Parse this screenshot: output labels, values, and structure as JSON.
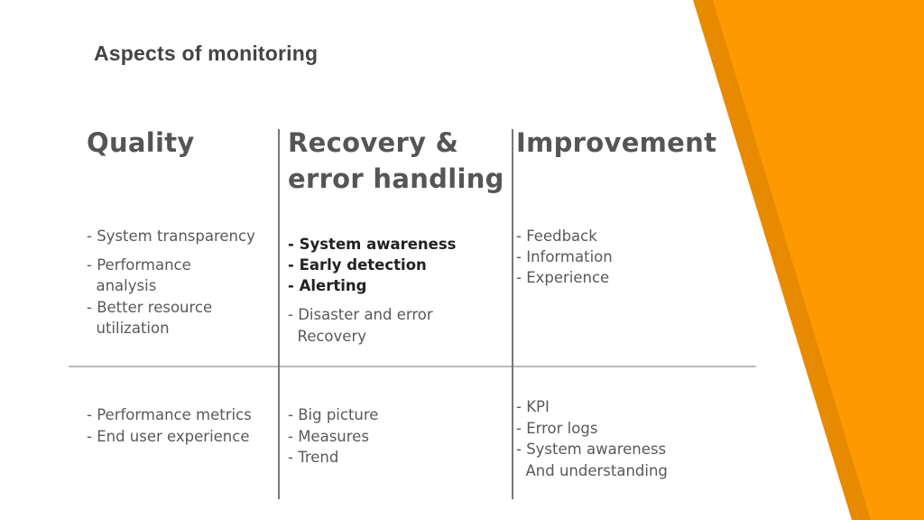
{
  "slide": {
    "title": "Aspects of monitoring",
    "accent_color": "#FF9900",
    "accent_dark_color": "#E88A00"
  },
  "columns": {
    "quality": {
      "heading": "Quality",
      "top": [
        "- System transparency",
        "- Performance",
        "  analysis",
        "- Better resource",
        "  utilization"
      ],
      "bottom": [
        "- Performance metrics",
        "- End user experience"
      ]
    },
    "recovery": {
      "heading_line1": "Recovery &",
      "heading_line2": "error handling",
      "top_bold": [
        "- System awareness",
        "- Early detection",
        "- Alerting"
      ],
      "top": [
        "- Disaster and error",
        "  Recovery"
      ],
      "bottom": [
        "- Big picture",
        "- Measures",
        "- Trend"
      ]
    },
    "improvement": {
      "heading": "Improvement",
      "top": [
        "- Feedback",
        "- Information",
        "- Experience"
      ],
      "bottom": [
        "- KPI",
        "- Error logs",
        "- System awareness",
        "  And understanding"
      ]
    }
  }
}
